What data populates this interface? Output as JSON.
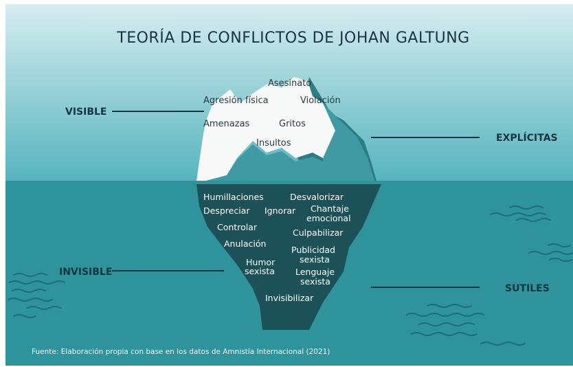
{
  "title": "TEORÍA DE CONFLICTOS DE JOHAN GALTUNG",
  "side_labels": {
    "visible": "VISIBLE",
    "invisible": "INVISIBLE",
    "explicitas": "EXPLÍCITAS",
    "sutiles": "SUTILES"
  },
  "visible_words": [
    "Asesinato",
    "Agresión física",
    "Violación",
    "Amenazas",
    "Gritos",
    "Insultos"
  ],
  "invisible_words": {
    "humillaciones": "Humillaciones",
    "desvalorizar": "Desvalorizar",
    "despreciar": "Despreciar",
    "ignorar": "Ignorar",
    "chantaje": [
      "Chantaje",
      "emocional"
    ],
    "controlar": "Controlar",
    "culpabilizar": "Culpabilizar",
    "anulacion": "Anulación",
    "publicidad": [
      "Publicidad",
      "sexista"
    ],
    "humor": [
      "Humor",
      "sexista"
    ],
    "lenguaje": [
      "Lenguaje",
      "sexista"
    ],
    "invisibilizar": "Invisibilizar"
  },
  "source": "Fuente: Elaboración propia con base en los datos de Amnistía Internacional (2021)",
  "colors": {
    "sky_top": "#d6edf0",
    "sky_bottom": "#56b4be",
    "sea": "#2f939c",
    "iceberg_white": "#f6f9f8",
    "iceberg_shade": "#3f9aa3",
    "iceberg_dark": "#2c7e86",
    "underwater_iceberg": "#1b5157",
    "text_dark": "#1a3340"
  }
}
